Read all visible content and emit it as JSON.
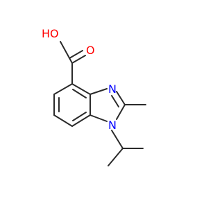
{
  "molecule": {
    "atoms": {
      "hydroxyl": {
        "label": "HO",
        "color": "#ff0000"
      },
      "carbonyl_oxygen": {
        "label": "O",
        "color": "#ff0000"
      },
      "imine_nitrogen": {
        "label": "N",
        "color": "#0000ff"
      },
      "amine_nitrogen": {
        "label": "N",
        "color": "#0000ff"
      }
    },
    "bond_color": "#2a2a2a"
  }
}
